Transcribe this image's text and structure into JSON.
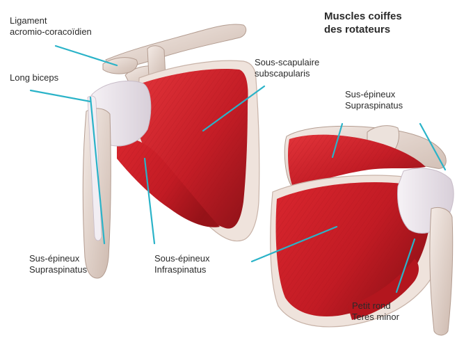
{
  "title": {
    "line1": "Muscles coiffes",
    "line2": "des rotateurs"
  },
  "labels": {
    "ligament": {
      "line1": "Ligament",
      "line2": "acromio-coracoïdien"
    },
    "long_biceps": {
      "line1": "Long biceps"
    },
    "subscapularis": {
      "line1": "Sous-scapulaire",
      "line2": "subscapularis"
    },
    "supraspinatus_right": {
      "line1": "Sus-épineux",
      "line2": "Supraspinatus"
    },
    "supraspinatus_left": {
      "line1": "Sus-épineux",
      "line2": "Supraspinatus"
    },
    "infraspinatus": {
      "line1": "Sous-épineux",
      "line2": "Infraspinatus"
    },
    "teres_minor": {
      "line1": "Petit rond",
      "line2": "Teres minor"
    }
  },
  "colors": {
    "muscle": "#c8202a",
    "bone": "#e8d8d0",
    "tendon": "#eee8f0",
    "leader_line": "#2ab3c8"
  }
}
